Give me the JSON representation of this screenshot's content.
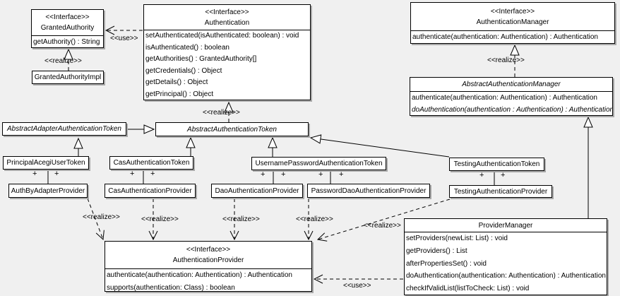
{
  "diagram": {
    "type": "uml-class-diagram",
    "subject": "Acegi authentication classes"
  },
  "colors": {
    "background": "#f0f0f0",
    "box_fill": "#ffffff",
    "box_border": "#000000",
    "box_shadow": "#a9a9a9"
  },
  "classes": {
    "granted_authority": {
      "stereotype": "<<Interface>>",
      "name": "GrantedAuthority",
      "methods": [
        "getAuthority() : String"
      ]
    },
    "granted_authority_impl": {
      "name": "GrantedAuthorityImpl"
    },
    "authentication": {
      "stereotype": "<<Interface>>",
      "name": "Authentication",
      "methods": [
        "setAuthenticated(isAuthenticated: boolean) : void",
        "isAuthenticated() : boolean",
        "getAuthorities() : GrantedAuthority[]",
        "getCredentials() : Object",
        "getDetails() : Object",
        "getPrincipal() : Object"
      ]
    },
    "authentication_manager": {
      "stereotype": "<<Interface>>",
      "name": "AuthenticationManager",
      "methods": [
        "authenticate(authentication: Authentication) : Authentication"
      ]
    },
    "abstract_authentication_manager": {
      "name": "AbstractAuthenticationManager",
      "methods": [
        "authenticate(authentication: Authentication) : Authentication",
        "doAuthentication(authentication : Authentication) : Authentication"
      ]
    },
    "abstract_adapter_authentication_token": {
      "name": "AbstractAdapterAuthenticationToken"
    },
    "abstract_authentication_token": {
      "name": "AbstractAuthenticationToken"
    },
    "principal_acegi_user_token": {
      "name": "PrincipalAcegiUserToken"
    },
    "cas_authentication_token": {
      "name": "CasAuthenticationToken"
    },
    "username_password_authentication_token": {
      "name": "UsernamePasswordAuthenticationToken"
    },
    "testing_authentication_token": {
      "name": "TestingAuthenticationToken"
    },
    "auth_by_adapter_provider": {
      "name": "AuthByAdapterProvider"
    },
    "cas_authentication_provider": {
      "name": "CasAuthenticationProvider"
    },
    "dao_authentication_provider": {
      "name": "DaoAuthenticationProvider"
    },
    "password_dao_authentication_provider": {
      "name": "PasswordDaoAuthenticationProvider"
    },
    "testing_authentication_provider": {
      "name": "TestingAuthenticationProvider"
    },
    "authentication_provider": {
      "stereotype": "<<Interface>>",
      "name": "AuthenticationProvider",
      "methods": [
        "authenticate(authentication: Authentication) : Authentication",
        "supports(authentication: Class) : boolean"
      ]
    },
    "provider_manager": {
      "name": "ProviderManager",
      "methods": [
        "setProviders(newList: List) : void",
        "getProviders() : List",
        "afterPropertiesSet() : void",
        "doAuthentication(authentication: Authentication) : Authentication",
        "checkIfValidList(listToCheck: List) : void"
      ]
    }
  },
  "relationships": [
    {
      "from": "GrantedAuthorityImpl",
      "to": "GrantedAuthority",
      "type": "realize",
      "label": "<<realize>>"
    },
    {
      "from": "Authentication",
      "to": "GrantedAuthority",
      "type": "use",
      "label": "<<use>>"
    },
    {
      "from": "AbstractAuthenticationToken",
      "to": "Authentication",
      "type": "realize",
      "label": "<<realize>>"
    },
    {
      "from": "AbstractAuthenticationManager",
      "to": "AuthenticationManager",
      "type": "realize",
      "label": "<<realize>>"
    },
    {
      "from": "AbstractAdapterAuthenticationToken",
      "to": "AbstractAuthenticationToken",
      "type": "generalization"
    },
    {
      "from": "PrincipalAcegiUserToken",
      "to": "AbstractAdapterAuthenticationToken",
      "type": "generalization"
    },
    {
      "from": "CasAuthenticationToken",
      "to": "AbstractAuthenticationToken",
      "type": "generalization"
    },
    {
      "from": "UsernamePasswordAuthenticationToken",
      "to": "AbstractAuthenticationToken",
      "type": "generalization"
    },
    {
      "from": "TestingAuthenticationToken",
      "to": "AbstractAuthenticationToken",
      "type": "generalization"
    },
    {
      "from": "ProviderManager",
      "to": "AbstractAuthenticationManager",
      "type": "generalization"
    },
    {
      "from": "AuthByAdapterProvider",
      "to": "AuthenticationProvider",
      "type": "realize",
      "label": "<<realize>>"
    },
    {
      "from": "CasAuthenticationProvider",
      "to": "AuthenticationProvider",
      "type": "realize",
      "label": "<<realize>>"
    },
    {
      "from": "DaoAuthenticationProvider",
      "to": "AuthenticationProvider",
      "type": "realize",
      "label": "<<realize>>"
    },
    {
      "from": "PasswordDaoAuthenticationProvider",
      "to": "AuthenticationProvider",
      "type": "realize",
      "label": "<<realize>>"
    },
    {
      "from": "TestingAuthenticationProvider",
      "to": "AuthenticationProvider",
      "type": "realize",
      "label": "<<realize>>"
    },
    {
      "from": "ProviderManager",
      "to": "AuthenticationProvider",
      "type": "use",
      "label": "<<use>>"
    },
    {
      "from": "PrincipalAcegiUserToken",
      "to": "AuthByAdapterProvider",
      "type": "association",
      "end_adornments": [
        "+",
        "+"
      ]
    },
    {
      "from": "CasAuthenticationToken",
      "to": "CasAuthenticationProvider",
      "type": "association",
      "end_adornments": [
        "+",
        "+"
      ]
    },
    {
      "from": "UsernamePasswordAuthenticationToken",
      "to": "DaoAuthenticationProvider",
      "type": "association",
      "end_adornments": [
        "+",
        "+"
      ]
    },
    {
      "from": "UsernamePasswordAuthenticationToken",
      "to": "PasswordDaoAuthenticationProvider",
      "type": "association",
      "end_adornments": [
        "+",
        "+"
      ]
    },
    {
      "from": "TestingAuthenticationToken",
      "to": "TestingAuthenticationProvider",
      "type": "association",
      "end_adornments": [
        "+",
        "+"
      ]
    }
  ]
}
